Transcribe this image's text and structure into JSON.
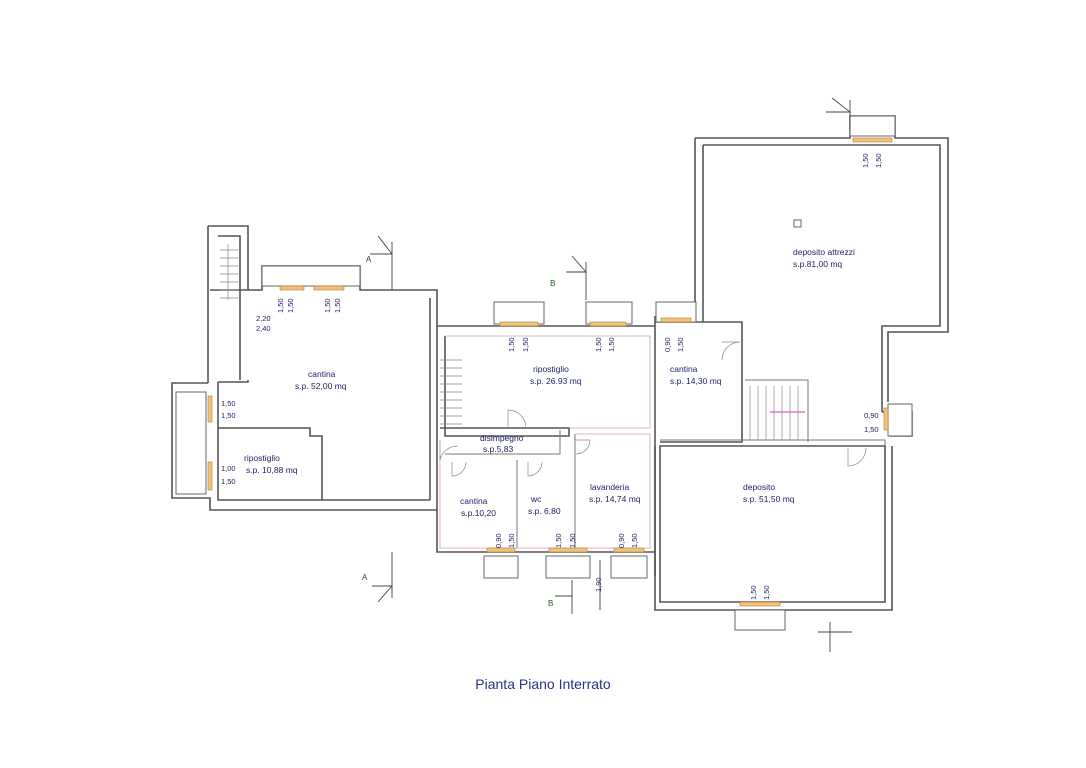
{
  "title": "Pianta Piano Interrato",
  "rooms": [
    {
      "name": "cantina",
      "area": "s.p. 52,00 mq"
    },
    {
      "name": "ripostiglio",
      "area": "s.p. 10,88 mq"
    },
    {
      "name": "ripostiglio",
      "area": "s.p. 26.93 mq"
    },
    {
      "name": "disimpegno",
      "area": "s.p.5,83"
    },
    {
      "name": "cantina",
      "area": "s.p.10,20"
    },
    {
      "name": "wc",
      "area": "s.p. 6,80"
    },
    {
      "name": "lavanderia",
      "area": "s.p. 14,74 mq"
    },
    {
      "name": "cantina",
      "area": "s.p. 14,30 mq"
    },
    {
      "name": "deposito attrezzi",
      "area": "s.p.81,00 mq"
    },
    {
      "name": "deposito",
      "area": "s.p. 51,50 mq"
    }
  ],
  "dims": {
    "d150": "1,50",
    "d100": "1,00",
    "d090": "0,90",
    "d220": "2,20",
    "d240": "2,40",
    "d190": "1,90"
  },
  "cuts": {
    "a": "A",
    "b": "B"
  }
}
